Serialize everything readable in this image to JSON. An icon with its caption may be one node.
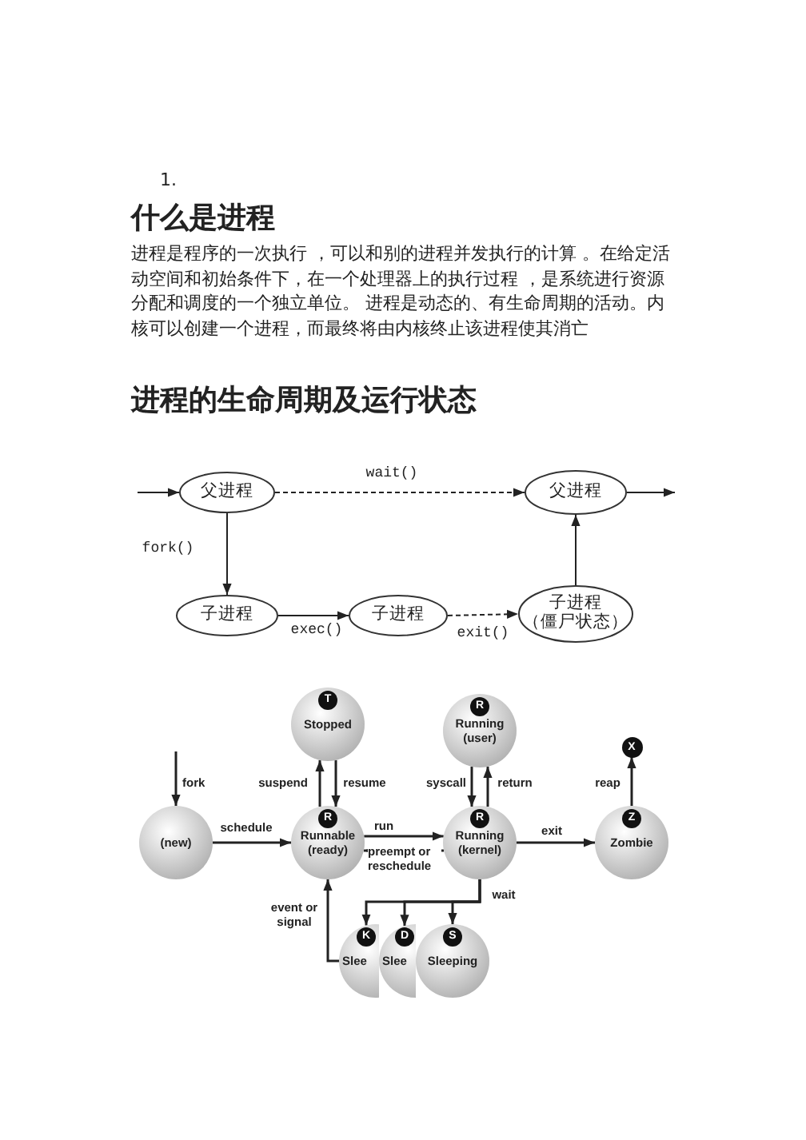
{
  "diagram": {
    "nodes": [
      {
        "text": [
          "父进程"
        ]
      },
      {
        "text": [
          "父进程"
        ]
      },
      {
        "text": [
          "子进程"
        ]
      },
      {
        "text": [
          "子进程"
        ]
      },
      {
        "text": [
          "子进程",
          "（僵尸状态）"
        ]
      },
      {
        "text": [
          "T",
          "Stopped"
        ]
      },
      {
        "text": [
          "R",
          "Running (user)"
        ]
      },
      {
        "text": [
          "X"
        ]
      },
      {
        "text": [
          "(new)"
        ]
      },
      {
        "text": [
          "R",
          "Runnable (ready)"
        ]
      },
      {
        "text": [
          "R",
          "Running (kernel)"
        ]
      },
      {
        "text": [
          "Z",
          "Zombie"
        ]
      },
      {
        "text": [
          "K",
          "Slee"
        ]
      },
      {
        "text": [
          "D",
          "Slee"
        ]
      },
      {
        "text": [
          "S",
          "Sleeping"
        ]
      }
    ],
    "edges": [
      {
        "from": null,
        "to": 0,
        "arrow": "to"
      },
      {
        "from": 0,
        "to": 1,
        "arrow": "to",
        "label": "wait()",
        "style": "dashed"
      },
      {
        "from": 1,
        "to": null,
        "arrow": "to"
      },
      {
        "from": 0,
        "to": 2,
        "arrow": "to",
        "label": "fork()"
      },
      {
        "from": 2,
        "to": 3,
        "arrow": "to",
        "label": "exec()"
      },
      {
        "from": 3,
        "to": 4,
        "arrow": "to",
        "label": "exit()",
        "style": "dashed"
      },
      {
        "from": 4,
        "to": 1,
        "arrow": "to"
      },
      {
        "from": null,
        "to": 8,
        "arrow": "to",
        "label": "fork"
      },
      {
        "from": 8,
        "to": 9,
        "arrow": "to",
        "label": "schedule"
      },
      {
        "from": 9,
        "to": 5,
        "arrow": "to",
        "label": "suspend"
      },
      {
        "from": 5,
        "to": 9,
        "arrow": "to",
        "label": "resume"
      },
      {
        "from": 9,
        "to": 10,
        "arrow": "to",
        "label": "run"
      },
      {
        "from": 10,
        "to": 9,
        "arrow": "to",
        "label": "preempt or reschedule"
      },
      {
        "from": 10,
        "to": 6,
        "arrow": "to",
        "label": "return"
      },
      {
        "from": 6,
        "to": 10,
        "arrow": "to",
        "label": "syscall"
      },
      {
        "from": 10,
        "to": 11,
        "arrow": "to",
        "label": "exit"
      },
      {
        "from": 11,
        "to": 7,
        "arrow": "to",
        "label": "reap"
      },
      {
        "from": 10,
        "to": 12,
        "arrow": "to",
        "label": "wait"
      },
      {
        "from": 10,
        "to": 13,
        "arrow": "to"
      },
      {
        "from": 10,
        "to": 14,
        "arrow": "to"
      },
      {
        "from": 12,
        "to": 9,
        "arrow": "to",
        "label": "event or signal"
      }
    ],
    "labels": [
      "1.",
      "什么是进程",
      "进程是程序的一次执行 ，可以和别的进程并发执行的计算 。在给定活动空间和初始条件下，在一个处理器上的执行过程 ，是系统进行资源分配和调度的一个独立单位。 进程是动态的、有生命周期的活动。内核可以创建一个进程，而最终将由内核终止该进程使其消亡",
      "进程的生命周期及运行状态"
    ]
  }
}
